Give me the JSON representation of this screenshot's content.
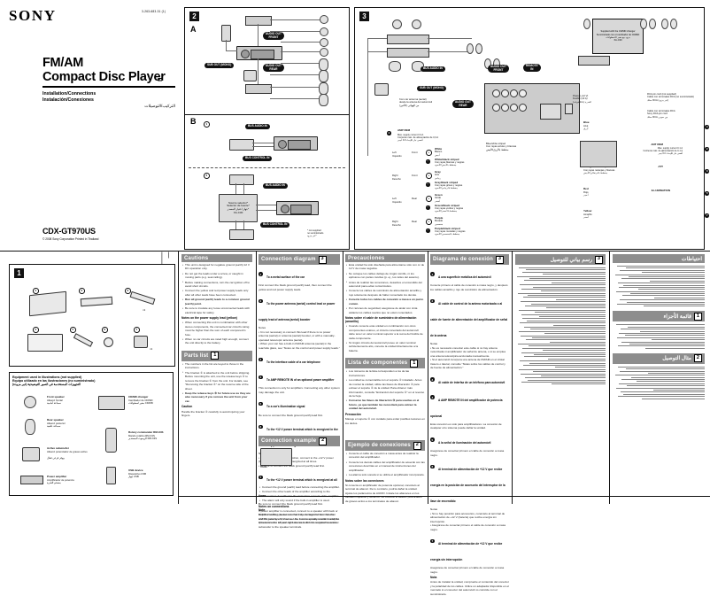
{
  "document": {
    "brand": "SONY",
    "part_number": "3-263-683-31 (1)",
    "title_line1": "FM/AM",
    "title_line2": "Compact Disc Player",
    "subtitle_en": "Installation/Connections",
    "subtitle_es": "Instalación/Conexiones",
    "subtitle_ar": "التركيب/التوصيلات",
    "model": "CDX-GT970US",
    "copyright": "© 2008 Sony Corporation   Printed in Thailand",
    "spine_marks": "| | |"
  },
  "panels": {
    "parts": {
      "number": "1",
      "items": [
        "1",
        "2",
        "3",
        "4",
        "5",
        "6",
        "7"
      ],
      "note": "×2"
    },
    "audio": {
      "number": "2",
      "section_a": "A",
      "section_b": "B",
      "callouts": {
        "audio_out_front": "AUDIO OUT\nFRONT",
        "audio_out_rear": "AUDIO OUT\nREAR",
        "sub_out_mono": "SUB OUT (MONO)",
        "bus_audio_in": "BUS AUDIO IN",
        "bus_control_in": "BUS CONTROL IN"
      },
      "source_selector": "Source selector*\nSelector de fuente*\nجهاز اختيار المصدر*\nXA-C30",
      "not_supplied": "* not supplied\nno suministrado\nغير مزود*"
    },
    "wiring": {
      "number": "3",
      "callouts": {
        "bus_audio_in": "BUS AUDIO IN",
        "bus_control_in": "BUS CONTROL IN",
        "sub_out_mono": "SUB OUT (MONO)",
        "audio_out_front": "AUDIO OUT\nFRONT",
        "audio_out_rear": "AUDIO OUT\nREAR",
        "remote_in": "REMOTE\nIN"
      },
      "labels": {
        "antenna": "from car antenna (aerial)\ndesde la antena del automóvil\nمن الهوائي (الأنتين)",
        "amp_rem": "AMP REM",
        "amp_rem_sub": "Max. supply current 0.3 A\nCorriente máx. de alimentación de 0,3 A\nأقصى تيار للإمداد 0.3 أمبير",
        "blue_white": "Blue/white striped\nCon rayas azules y blancas\nمخطط بالأزرق/الأبيض",
        "ant_rem": "ANT REM",
        "ant_rem_sub": "Max. supply current 0.1 A\nCorriente máx. de alimentación de 0,1 A\nأقصى تيار للإمداد 0.1 أمبير",
        "att": "ATT",
        "illumination": "ILLUMINATION",
        "power": "Power (+12 V)\nFusible (10 A)\nالقدرة (+12 فولت)",
        "supplied_cordless": "Supplied with the CD/MD changer\nSuministrado con el cambiador de CD/MD\nمزود مع مغير الاسطوانات\nXA-C30",
        "rca_note": "RCA pin cord (not supplied)\nCable con terminales RCA (no suministrado)\nسلك RCA (غير مزود)",
        "rca_note2": "Cable con terminales RCA\nSony RCA pin cord\nسلك RCA من سوني"
      },
      "speaker_wires": [
        {
          "color_en": "White",
          "color_es": "Blanco",
          "color_ar": "أبيض",
          "striped_en": "White/black striped",
          "striped_es": "Con rayas blancas y negras",
          "striped_ar": "مخطط بالأبيض/الأسود",
          "pos": "Left",
          "pos_es": "Izquierdo",
          "pos_ar": "يسار",
          "loc": "Front",
          "loc_es": "Delantero"
        },
        {
          "color_en": "Gray",
          "color_es": "Gris",
          "color_ar": "رمادي",
          "striped_en": "Gray/black striped",
          "striped_es": "Con rayas grises y negras",
          "striped_ar": "مخطط بالرمادي/الأسود",
          "pos": "Right",
          "pos_es": "Derecho",
          "pos_ar": "يمين",
          "loc": "Front",
          "loc_es": "Delantero"
        },
        {
          "color_en": "Green",
          "color_es": "Verde",
          "color_ar": "أخضر",
          "striped_en": "Green/black striped",
          "striped_es": "Con rayas verdes y negras",
          "striped_ar": "مخطط بالأخضر/الأسود",
          "pos": "Left",
          "pos_es": "Izquierdo",
          "pos_ar": "يسار",
          "loc": "Rear",
          "loc_es": "Trasero"
        },
        {
          "color_en": "Purple",
          "color_es": "Morado",
          "color_ar": "بنفسجي",
          "striped_en": "Purple/black striped",
          "striped_es": "Con rayas moradas y negras",
          "striped_ar": "مخطط بالبنفسجي/الأسود",
          "pos": "Right",
          "pos_es": "Derecho",
          "pos_ar": "يمين",
          "loc": "Rear",
          "loc_es": "Trasero"
        }
      ],
      "power_wires": [
        {
          "en": "Blue",
          "es": "Azul",
          "ar": "أزرق"
        },
        {
          "en": "Light blue",
          "es": "Azul celeste",
          "ar": "أزرق فاتح"
        },
        {
          "en": "Orange/white striped",
          "es": "Con rayas naranjas y blancas",
          "ar": "مخطط بالبرتقالي/الأبيض"
        },
        {
          "en": "Red",
          "es": "Rojo",
          "ar": "أحمر"
        },
        {
          "en": "Yellow",
          "es": "Amarillo",
          "ar": "أصفر"
        }
      ]
    }
  },
  "equipment": {
    "title_en": "Equipment used in illustrations (not supplied)",
    "title_es": "Equipo utilizado en las ilustraciones (no suministrado)",
    "title_ar": "التجهيزات المستخدمة في الصور التوضيحية (غير مزودة)",
    "left_items": [
      {
        "en": "Front speaker",
        "es": "Altavoz frontal",
        "ar": "سماعة أمامية"
      },
      {
        "en": "Rear speaker",
        "es": "Altavoz posterior",
        "ar": "سماعة خلفية"
      },
      {
        "en": "Active subwoofer",
        "es": "Altavoz potenciador de graves activo",
        "ar": "ووفر فرعي فعال"
      },
      {
        "en": "Power amplifier",
        "es": "Amplificador de potencia",
        "ar": "مضخم القدرة"
      }
    ],
    "right_items": [
      {
        "en": "CD/MD changer",
        "es": "Cambiador de CD/MD",
        "ar": "مغير اسطوانات CD/MD"
      },
      {
        "en": "Rotary commander RM-X4S",
        "es": "Mando rotativo RM-X4S",
        "ar": "الريموت المستدير RM-X4S"
      },
      {
        "en": "USB device",
        "es": "Dispositivo USB",
        "ar": "جهاز USB"
      }
    ]
  },
  "columns": {
    "en": {
      "cautions": {
        "heading": "Cautions",
        "bullets": [
          "This unit is designed for negative ground (earth) 12 V DC operation only.",
          "Do not get the leads under a screw, or caught in moving parts (e.g. seat railing).",
          "Before making connections, turn the car ignition off to avoid short circuits.",
          "Connect the yellow and red power supply leads only after all other leads have been connected.",
          "Run all ground (earth) leads to a common ground (earth) point.",
          "Be sure to insulate any loose unconnected leads with electrical tape for safety."
        ],
        "note_heading": "Notes on the power supply lead (yellow)",
        "note_bullets": [
          "When connecting this unit in combination with other stereo components, the connected car circuit's rating must be higher than the sum of each component's fuse.",
          "When no car circuits are rated high enough, connect the unit directly to the battery."
        ]
      },
      "parts_list": {
        "heading": "Parts list",
        "badge": "1",
        "bullets": [
          "The numbers in the list are keyed to those in the instructions.",
          "The bracket ④ is attached to the unit before shipping. Before mounting the unit, use the release keys ③ to remove the bracket ④ from the unit. For details, see \"Removing the bracket ④\" on the reverse side of the sheet."
        ],
        "keep_note": "Keep the release keys ③ for future use as they are also necessary if you remove the unit from your car.",
        "caution_heading": "Caution",
        "caution_text": "Handle the bracket ④ carefully to avoid injuring your fingers."
      },
      "connection_diagram": {
        "heading": "Connection diagram",
        "badge": "3",
        "items": [
          {
            "num": "1",
            "lead": "To a metal surface of the car",
            "body": "First connect the black ground (earth) lead, then connect the yellow and red power supply leads."
          },
          {
            "num": "2",
            "lead": "To the power antenna (aerial) control lead or power supply lead of antenna (aerial) booster",
            "body": "Notes\n• It is not necessary to connect this lead if there is no power antenna (aerial) or antenna (aerial) booster, or with a manually-operated telescopic antenna (aerial).\n• When your car has a built-in FM/AM antenna (aerial) in the rear/side glass, see \"Notes on the control and power supply leads.\""
          },
          {
            "num": "3",
            "lead": "To the interface cable of a car telephone",
            "body": ""
          },
          {
            "num": "4",
            "lead": "To AMP REMOTE IN of an optional power amplifier",
            "body": "This connection is only for amplifiers. Connecting any other system may damage the unit."
          },
          {
            "num": "5",
            "lead": "To a car's illumination signal",
            "body": "Be sure to connect the black ground (earth) lead first."
          },
          {
            "num": "6",
            "lead": "To the +12 V power terminal which is energized in the accessory position of the ignition switch",
            "body": "Notes\n• If there is no accessory position, connect to the +12 V power (battery) terminal which is energized at all times.\n• Be sure to connect the black ground (earth) lead first."
          },
          {
            "num": "7",
            "lead": "To the +12 V power terminal which is energized at all times",
            "body": "Be sure to connect the black ground (earth) lead first."
          }
        ],
        "note_heading": "Note",
        "note_text": "Before installing, be sure to check the contents of the connector and the polarity of the wires. Use a commercially available adaptor if the connector of your car does not match the supplied connector."
      },
      "connection_example": {
        "heading": "Connection example",
        "badge": "2",
        "bullets": [
          "Connect the ground (earth) lead before connecting the amplifier.",
          "Connect the other leads of the amplifier according to the connections described in the instruction manual of the amplifier.",
          "The alarm will only sound if the built-in amplifier is used."
        ],
        "note_heading": "Notes on connections",
        "note_text": "If power amplifier is connected, connect to a speaker with back or amplifier to the speaker terminal may damage the unit. Set the AUDIO parameters, then see the front-to-speaker mode. Install the speakers in the left and right channels. Do not connect the active subwoofer to the speaker terminals."
      }
    },
    "es": {
      "precautions": {
        "heading": "Precauciones",
        "bullets": [
          "Esta unidad ha sido diseñada para alimentarse sólo con cc de 12 V de masa negativa.",
          "No coloque los cables debajo de ningún tornillo, ni los aprisione con partes móviles (p. ej., los raíles del asiento).",
          "Antes de realizar las conexiones, desactive el encendido del automóvil para evitar cortocircuitos.",
          "Conecte los cables de suministro de alimentación amarillo y rojo solamente después de haber conectado los demás.",
          "Conecte todos los cables de conexión a masa a un punto común.",
          "Por razones de seguridad, asegúrese de aislar con cinta aislante los cables sueltos que no estén conectados."
        ],
        "note_heading": "Notas sobre el cable de suministro de alimentación (amarillo)",
        "note_bullets": [
          "Cuando conecte esta unidad en combinación con otros componentes estéreo, el circuito conectado del automóvil debe tener un valor nominal superior a la suma del fusible de cada componente.",
          "Si ningún circuito del automóvil posee un valor nominal suficientemente alto, conecte la unidad directamente a la batería."
        ]
      },
      "parts_list": {
        "heading": "Lista de componentes",
        "badge": "1",
        "bullets": [
          "Los números de la lista corresponden a los de las instrucciones.",
          "La unidad se comercializa con el soporte ④ instalado. Antes de montar la unidad, utilice las llaves de liberación ③ para extraer el soporte ④ de la unidad. Para obtener más información, consulte \"Extracción del soporte ④\" en el reverso de la hoja."
        ],
        "keep_note": "Conserve las llaves de liberación ③ para usarlas en el futuro, ya que también las necesitará para extraer la unidad del automóvil.",
        "caution_heading": "Precaución",
        "caution_text": "Maneje el soporte ④ con cuidado para evitar posibles lesiones en los dedos."
      },
      "connection_diagram": {
        "heading": "Diagrama de conexión",
        "badge": "3",
        "items": [
          {
            "num": "1",
            "lead": "A una superficie metálica del automóvil",
            "body": "Conecte primero el cable de conexión a masa negro, y después los cables amarillo y rojo de suministro de alimentación."
          },
          {
            "num": "2",
            "lead": "Al cable de control de la antena motorizada o al cable de fuente de alimentación del amplificador de señal de la antena",
            "body": "Notas\n• No es necesario conectar este cable si no hay antena motorizada ni amplificador de señal de antena, o si se emplea una antena telescópica accionada manualmente.\n• Si el automóvil incorpora una antena de FM/AM en el cristal trasero o lateral, consulte \"Notas sobre los cables de control y de fuente de alimentación.\""
          },
          {
            "num": "3",
            "lead": "Al cable de interfaz de un teléfono para automóvil",
            "body": ""
          },
          {
            "num": "4",
            "lead": "A AMP REMOTE IN del amplificador de potencia opcional",
            "body": "Esta conexión es sólo para amplificadores. La conexión de cualquier otro sistema puede dañar la unidad."
          },
          {
            "num": "5",
            "lead": "A la señal de iluminación del automóvil",
            "body": "Asegúrese de conectar primero el cable de conexión a masa negro."
          },
          {
            "num": "6",
            "lead": "Al terminal de alimentación de +12 V que recibe energía en la posición de accesorio del interruptor de la llave de encendido",
            "body": "Notas\n• Si no hay posición para accesorios, conéctelo al terminal de alimentación de +12 V (batería) que recibe energía sin interrupción.\n• Asegúrese de conectar primero el cable de conexión a masa negro."
          },
          {
            "num": "7",
            "lead": "Al terminal de alimentación de +12 V que recibe energía sin interrupción",
            "body": "Asegúrese de conectar primero el cable de conexión a masa negro."
          }
        ],
        "note_heading": "Nota",
        "note_text": "Antes de instalar la unidad, compruebe el contenido del conector y la polaridad de los cables. Utilice un adaptador disponible en el mercado si el conector del automóvil no coincide con el suministrado."
      },
      "connection_example": {
        "heading": "Ejemplo de conexiones",
        "badge": "2",
        "bullets": [
          "Conecte el cable de conexión a masa antes de realizar la conexión del amplificador.",
          "Conecte los demás cables del amplificador de acuerdo con las conexiones descritas en el manual de instrucciones del amplificador.",
          "La alarma sólo sonará si se utiliza el amplificador incorporado."
        ],
        "note_heading": "Notas sobre las conexiones",
        "note_text": "Si conecta un amplificador de potencia opcional, conéctelo al terminal de altavoz. De lo contrario, podría dañar la unidad. Ajuste los parámetros de AUDIO. Instale los altavoces en los canales izquierdo y derecho. No conecte el altavoz potenciador de graves activo a los terminales de altavoz."
      }
    },
    "ar": {
      "cautions": {
        "heading": "احتياطات"
      },
      "parts_list": {
        "heading": "قائمة الأجزاء",
        "badge": "1"
      },
      "connection_diagram": {
        "heading": "رسم بياني للتوصيل",
        "badge": "3"
      },
      "connection_example": {
        "heading": "مثال التوصيل",
        "badge": "2"
      }
    }
  }
}
